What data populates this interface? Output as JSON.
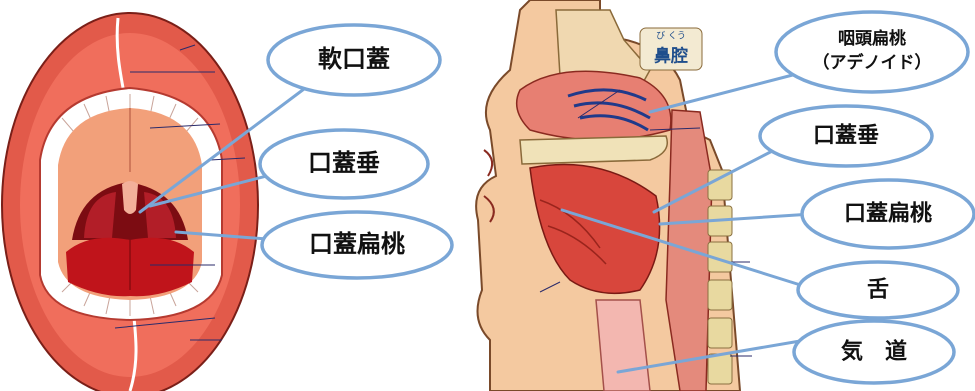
{
  "left_figure": {
    "labels": {
      "soft_palate": "軟口蓋",
      "uvula": "口蓋垂",
      "palatine_tonsil": "口蓋扁桃"
    }
  },
  "right_figure": {
    "nasal_cavity": {
      "ruby": "び くう",
      "label": "鼻腔"
    },
    "labels": {
      "adenoid_line1": "咽頭扁桃",
      "adenoid_line2": "（アデノイド）",
      "uvula": "口蓋垂",
      "palatine_tonsil": "口蓋扁桃",
      "tongue": "舌",
      "trachea": "気　道"
    }
  },
  "colors": {
    "callout_border": "#7aa6d6",
    "pointer_line": "#7aa6d6",
    "label_text": "#111111",
    "nasal_text": "#1f4e8c"
  }
}
